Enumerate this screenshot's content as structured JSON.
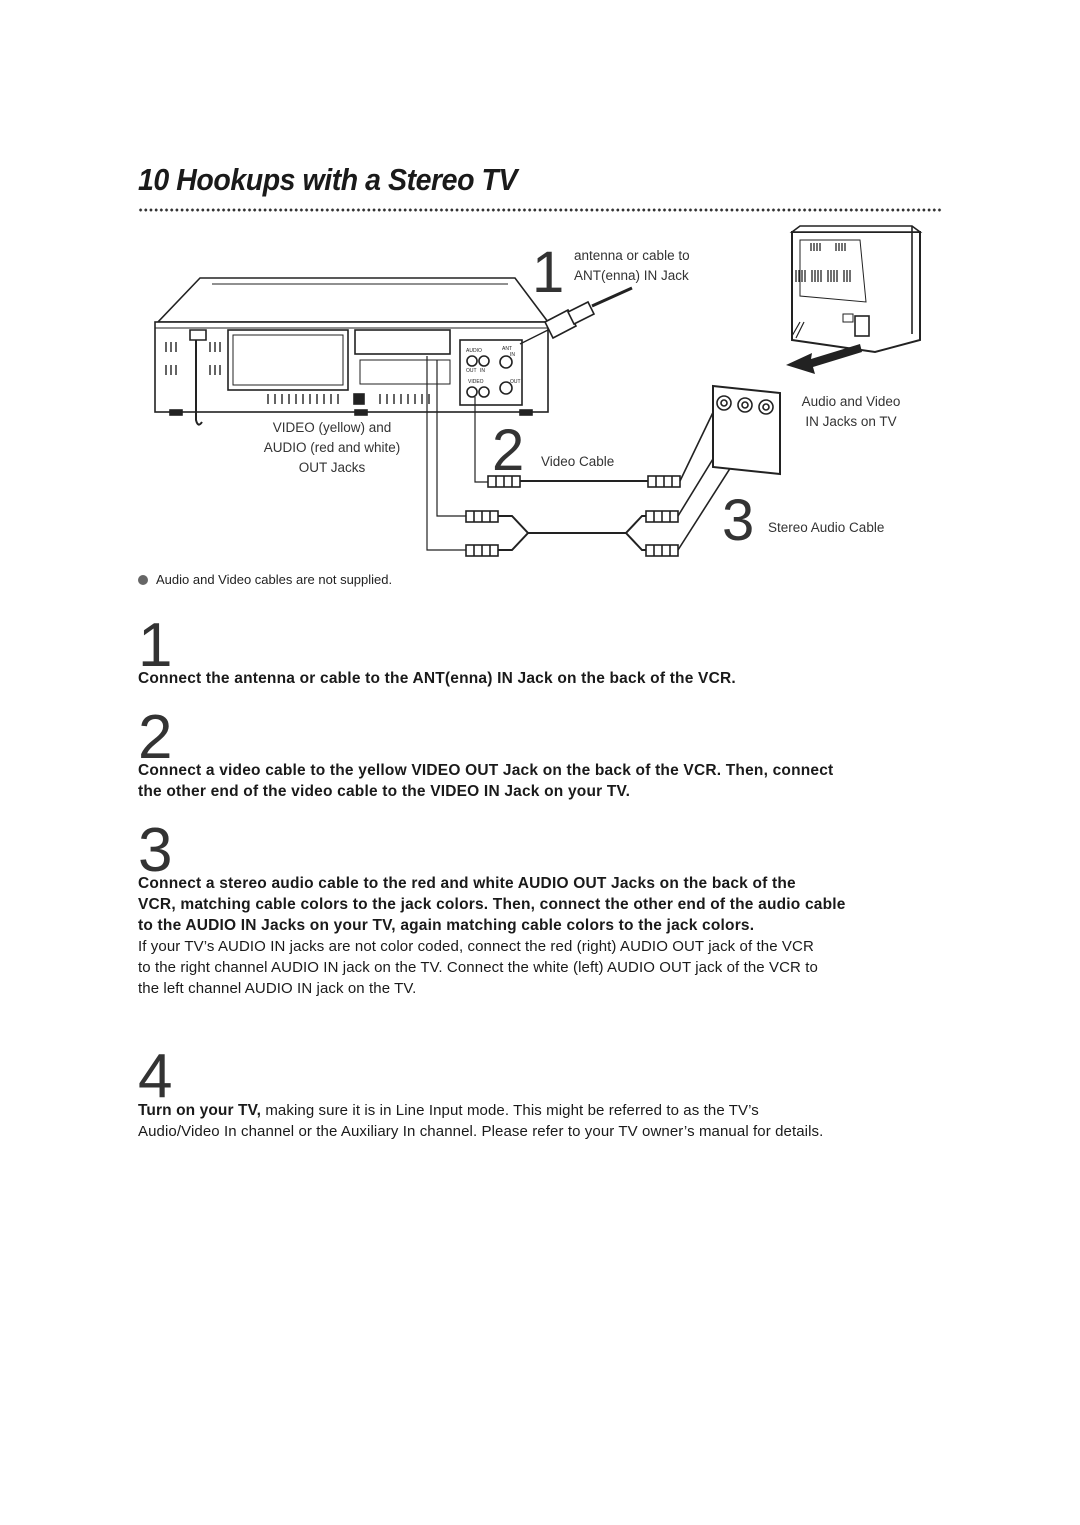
{
  "page": {
    "title": "10 Hookups with a Stereo TV"
  },
  "diagram": {
    "callout1_num": "1",
    "callout1_line1": "antenna or cable to",
    "callout1_line2": "ANT(enna) IN Jack",
    "vcr_label_line1": "VIDEO (yellow) and",
    "vcr_label_line2": "AUDIO (red and white)",
    "vcr_label_line3": "OUT Jacks",
    "callout2_num": "2",
    "callout2_label": "Video Cable",
    "tv_label_line1": "Audio and Video",
    "tv_label_line2": "IN Jacks on TV",
    "callout3_num": "3",
    "callout3_label": "Stereo Audio Cable",
    "vcr_panel": {
      "audio": "AUDIO",
      "ant": "ANT",
      "in": "IN",
      "out": "OUT",
      "video": "VIDEO"
    }
  },
  "note": "Audio and Video cables are not supplied.",
  "steps": [
    {
      "number": "1",
      "bold": "Connect the antenna or cable to the ANT(enna) IN Jack on the back of the VCR."
    },
    {
      "number": "2",
      "bold_line1": "Connect a video cable to the yellow VIDEO OUT Jack on the back of the VCR. Then, connect",
      "bold_line2": "the other end of the video cable to the VIDEO IN Jack on your TV."
    },
    {
      "number": "3",
      "bold_line1": "Connect a stereo audio cable to the red and white AUDIO OUT Jacks on the back of the",
      "bold_line2": "VCR, matching cable colors to the jack colors. Then, connect the other end of the audio cable",
      "bold_line3": "to the AUDIO IN Jacks on your TV, again matching cable colors to the jack colors.",
      "body_line1": "If your TV’s AUDIO IN jacks are not color coded, connect the red (right) AUDIO OUT jack of the VCR",
      "body_line2": "to the right channel AUDIO IN jack on the TV. Connect the white (left) AUDIO OUT jack of the VCR to",
      "body_line3": "the left channel AUDIO IN jack on the TV."
    },
    {
      "number": "4",
      "bold": "Turn on your TV,",
      "body_line1": "making sure it is in Line Input mode. This might be referred to as the TV’s",
      "body_line2": "Audio/Video In channel or the Auxiliary In channel. Please refer to your TV owner’s manual for details."
    }
  ]
}
